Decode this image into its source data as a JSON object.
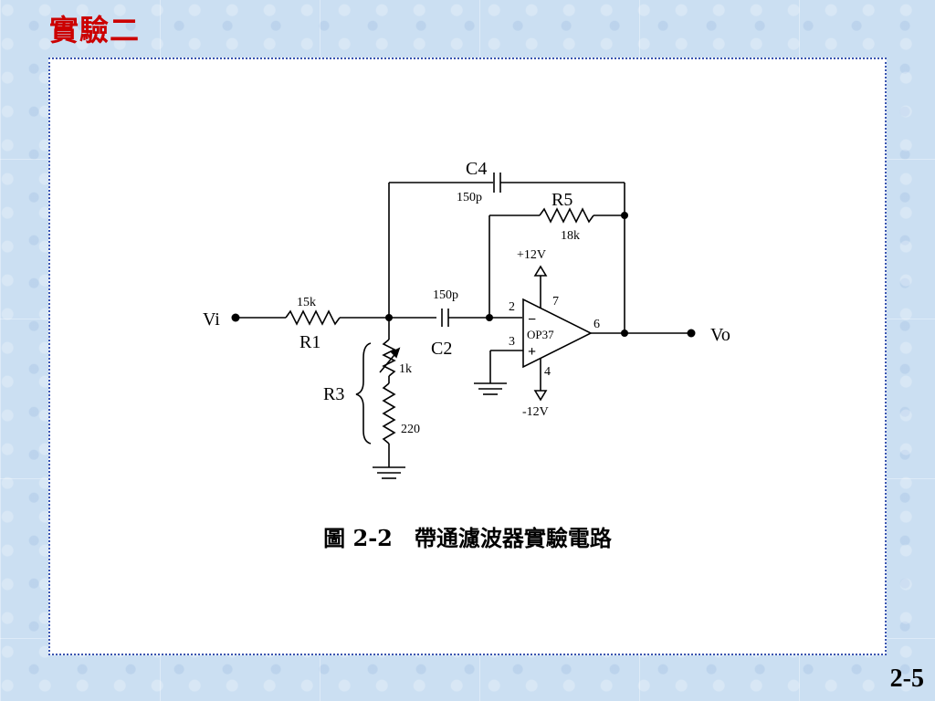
{
  "slide": {
    "title": "實驗二",
    "page_number": "2-5",
    "caption": "圖 2-2　帶通濾波器實驗電路"
  },
  "circuit": {
    "input_label": "Vi",
    "output_label": "Vo",
    "r1": {
      "name": "R1",
      "value": "15k"
    },
    "r3": {
      "name": "R3",
      "pot_value": "1k",
      "fixed_value": "220"
    },
    "c2": {
      "name": "C2",
      "value": "150p"
    },
    "c4": {
      "name": "C4",
      "value": "150p"
    },
    "r5": {
      "name": "R5",
      "value": "18k"
    },
    "opamp": {
      "part": "OP37",
      "pin_inv": "2",
      "pin_noninv": "3",
      "pin_out": "6",
      "pin_vpos": "7",
      "pin_vneg": "4",
      "sign_inv": "−",
      "sign_noninv": "+",
      "vpos": "+12V",
      "vneg": "-12V"
    }
  }
}
